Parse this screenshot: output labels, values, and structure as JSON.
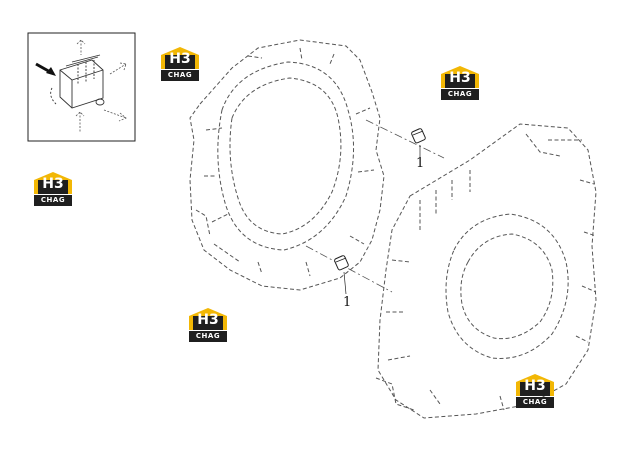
{
  "callouts": {
    "upper": "1",
    "lower": "1"
  },
  "watermark": {
    "mark": "H3",
    "word": "CHAG",
    "colors": {
      "yellow": "#f2b705",
      "dark": "#1f1f1f"
    }
  },
  "colors": {
    "line": "#555555",
    "frame": "#222222"
  }
}
